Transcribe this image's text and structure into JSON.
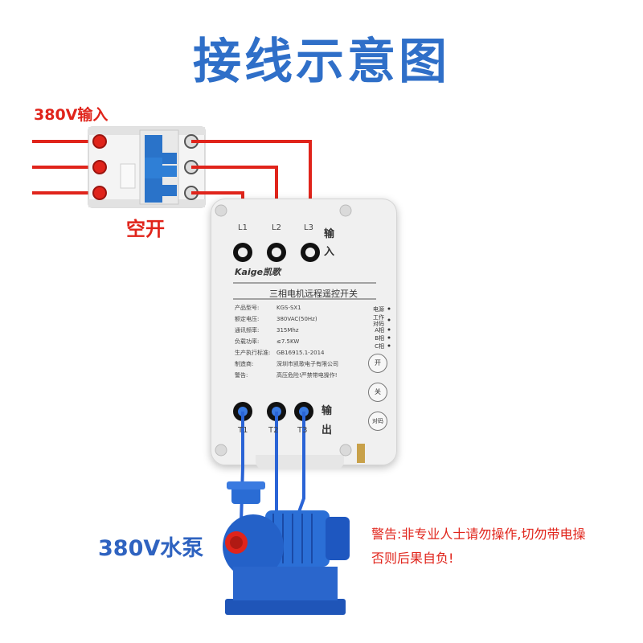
{
  "title": "接线示意图",
  "input_label": "380V输入",
  "breaker_label": "空开",
  "pump_label": "380V水泵",
  "warning": [
    "警告:非专业人士请勿操作,切勿带电操",
    "否则后果自负!"
  ],
  "device": {
    "brand": "Kaige凯歌",
    "product_name": "三相电机远程遥控开关",
    "input_side": [
      "输",
      "入"
    ],
    "output_side": [
      "输",
      "出"
    ],
    "input_terminals": [
      "L1",
      "L2",
      "L3"
    ],
    "output_terminals": [
      "T1",
      "T2",
      "T3"
    ],
    "specs": [
      {
        "k": "产品型号:",
        "v": "KGS-SX1"
      },
      {
        "k": "额定电压:",
        "v": "380VAC(50Hz)"
      },
      {
        "k": "通讯频率:",
        "v": "315Mhz"
      },
      {
        "k": "负载功率:",
        "v": "≤7.5KW"
      },
      {
        "k": "生产执行标准:",
        "v": "GB16915.1-2014"
      },
      {
        "k": "制造商:",
        "v": "深圳市凯歌电子有限公司"
      },
      {
        "k": "警告:",
        "v": "高压危险!严禁带电操作!"
      }
    ],
    "indicators": [
      "电源",
      "工作",
      "对码",
      "A相",
      "B相",
      "C相"
    ],
    "buttons": [
      "开",
      "关",
      "对码"
    ]
  },
  "colors": {
    "title": "#2f6fc8",
    "red": "#e0241b",
    "blue_wire": "#2a64d6",
    "breaker_blue": "#2a73c9"
  }
}
